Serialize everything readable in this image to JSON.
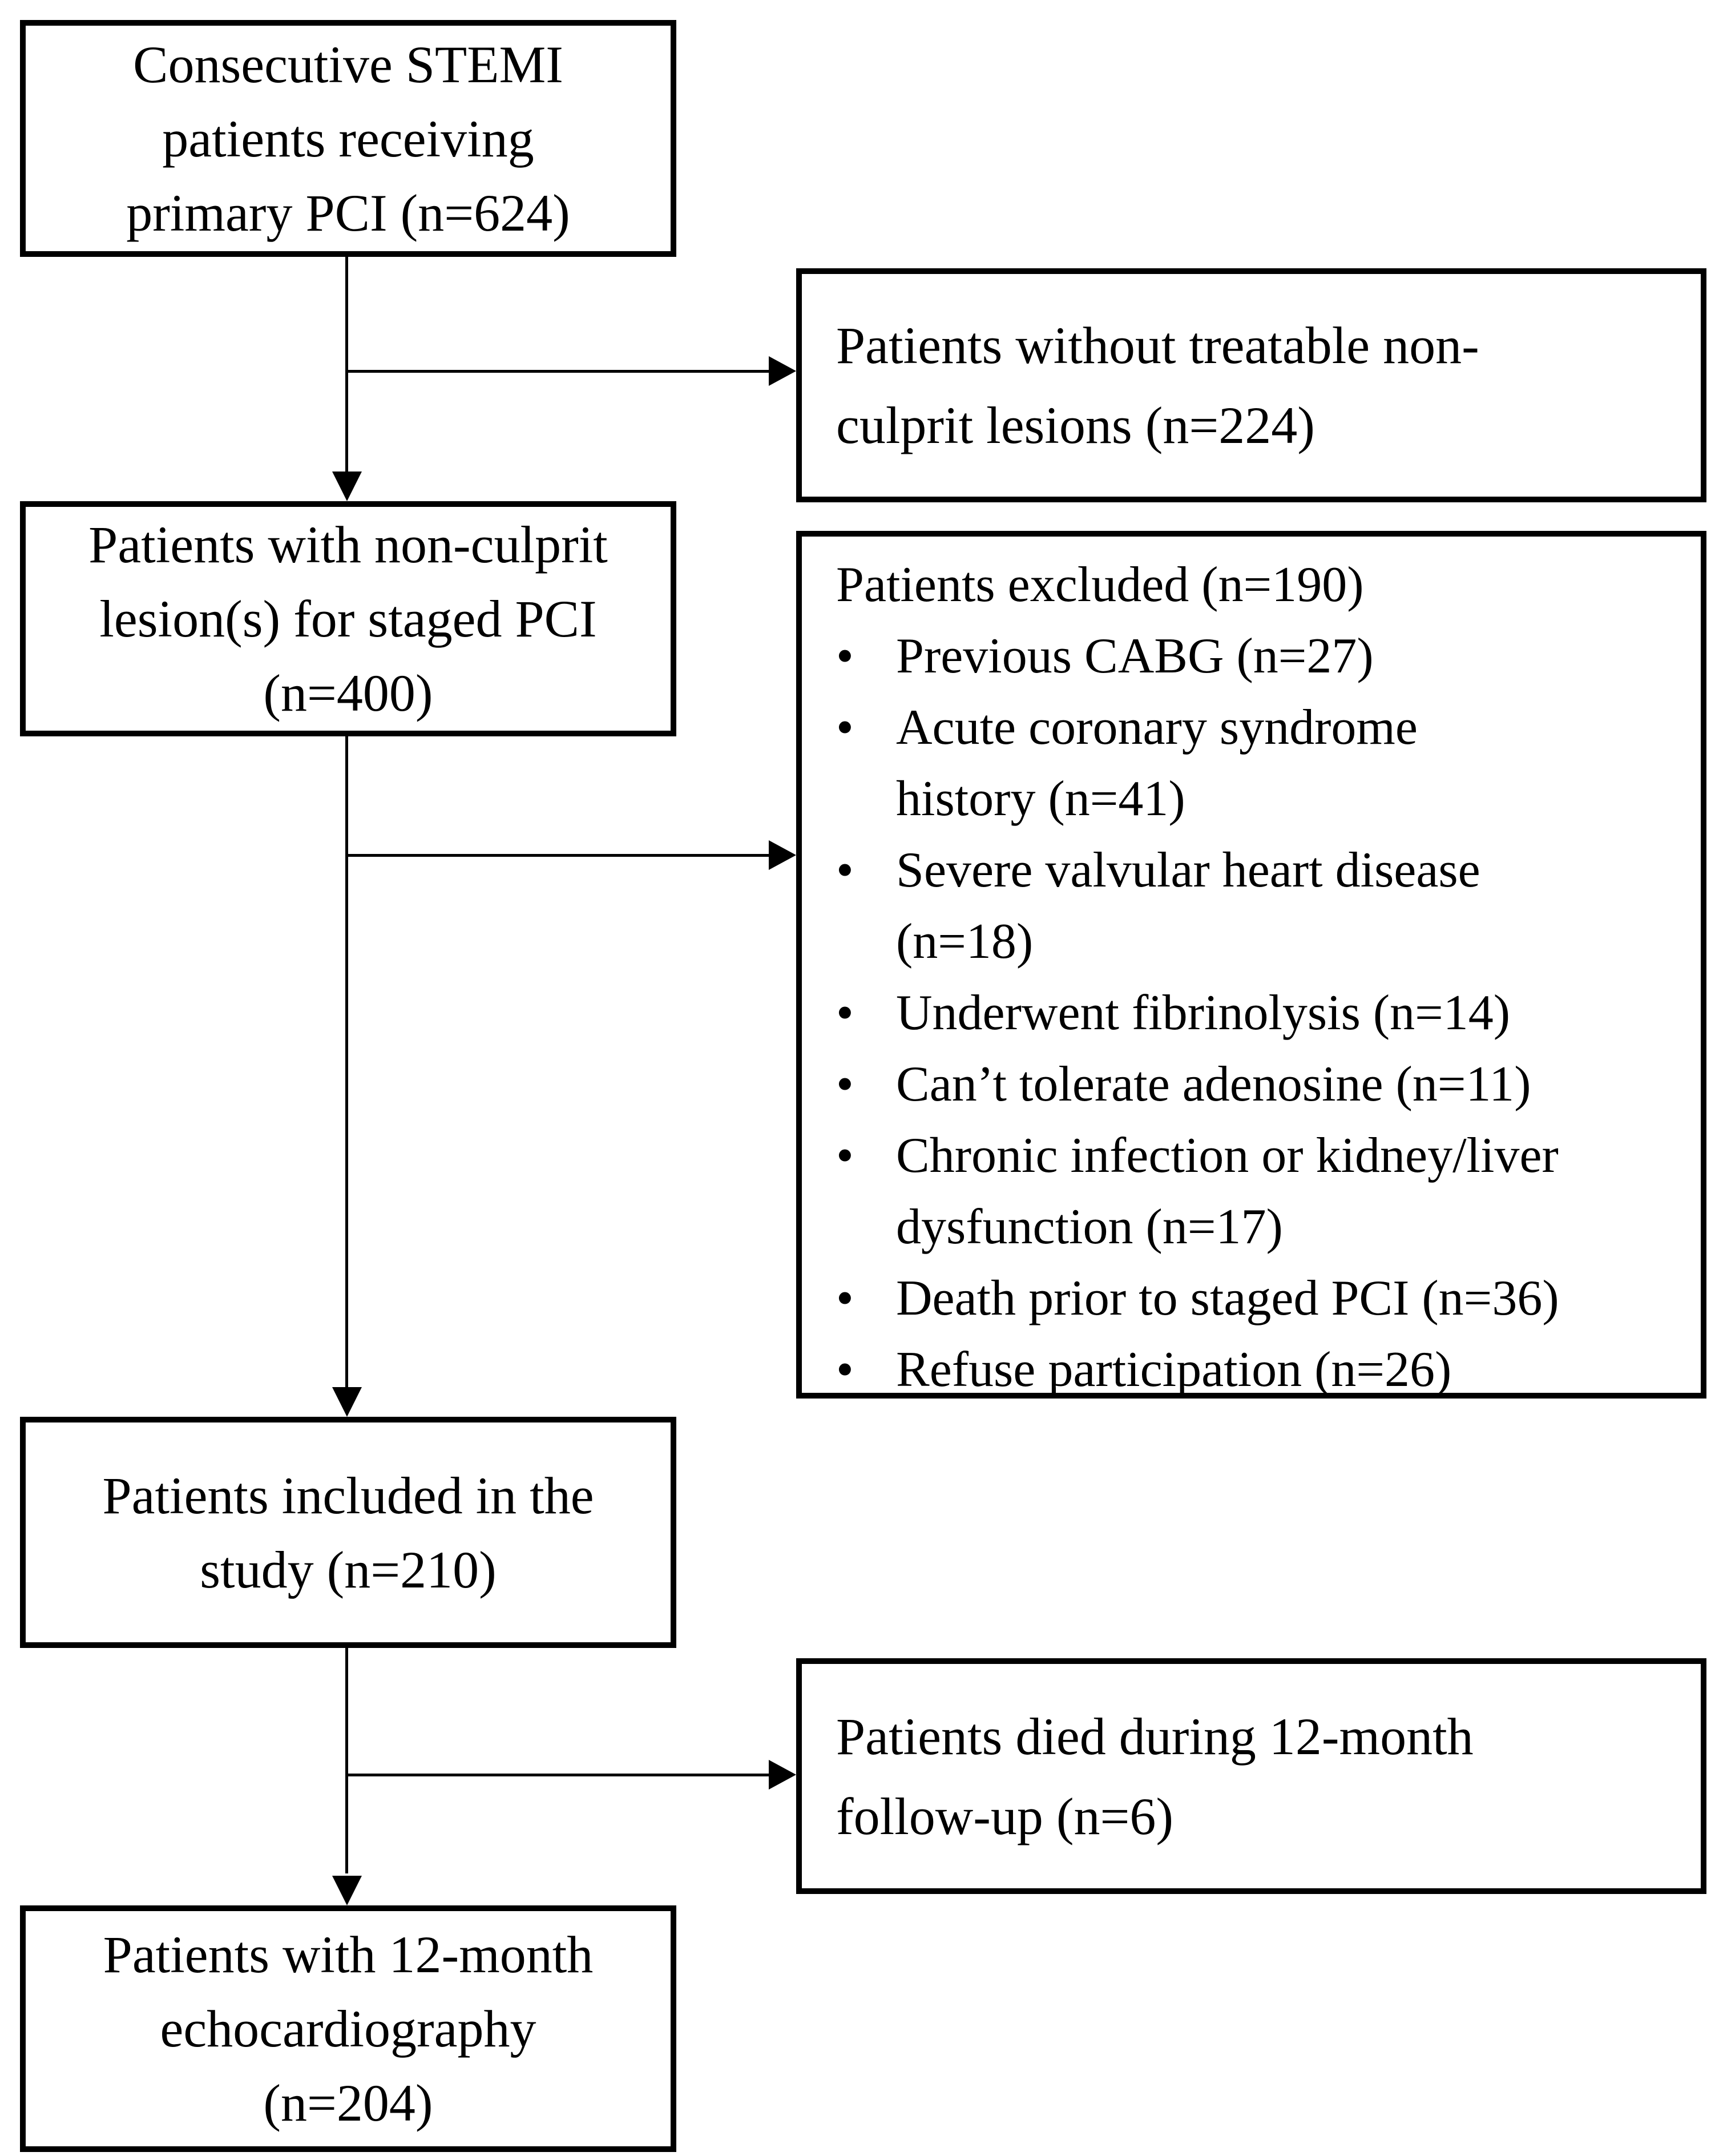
{
  "colors": {
    "background": "#ffffff",
    "ink": "#000000"
  },
  "boxes": {
    "primary_pci": {
      "text": "Consecutive STEMI\npatients receiving\nprimary PCI (n=624)"
    },
    "no_treatable": {
      "text": "Patients without treatable non-\nculprit lesions (n=224)"
    },
    "staged_pci": {
      "text": "Patients with non-culprit\nlesion(s) for staged PCI\n(n=400)"
    },
    "excluded": {
      "header": "Patients excluded (n=190)",
      "bullet_glyph": "•",
      "items": [
        "Previous CABG (n=27)",
        "Acute coronary syndrome\nhistory (n=41)",
        "Severe valvular heart disease\n(n=18)",
        "Underwent fibrinolysis (n=14)",
        "Can’t tolerate adenosine (n=11)",
        "Chronic infection or kidney/liver\ndysfunction (n=17)",
        "Death prior to staged PCI (n=36)",
        "Refuse participation (n=26)"
      ]
    },
    "included": {
      "text": "Patients included in the\nstudy (n=210)"
    },
    "died": {
      "text": "Patients died during 12-month\nfollow-up (n=6)"
    },
    "echo": {
      "text": "Patients with 12-month\nechocardiography\n(n=204)"
    }
  }
}
